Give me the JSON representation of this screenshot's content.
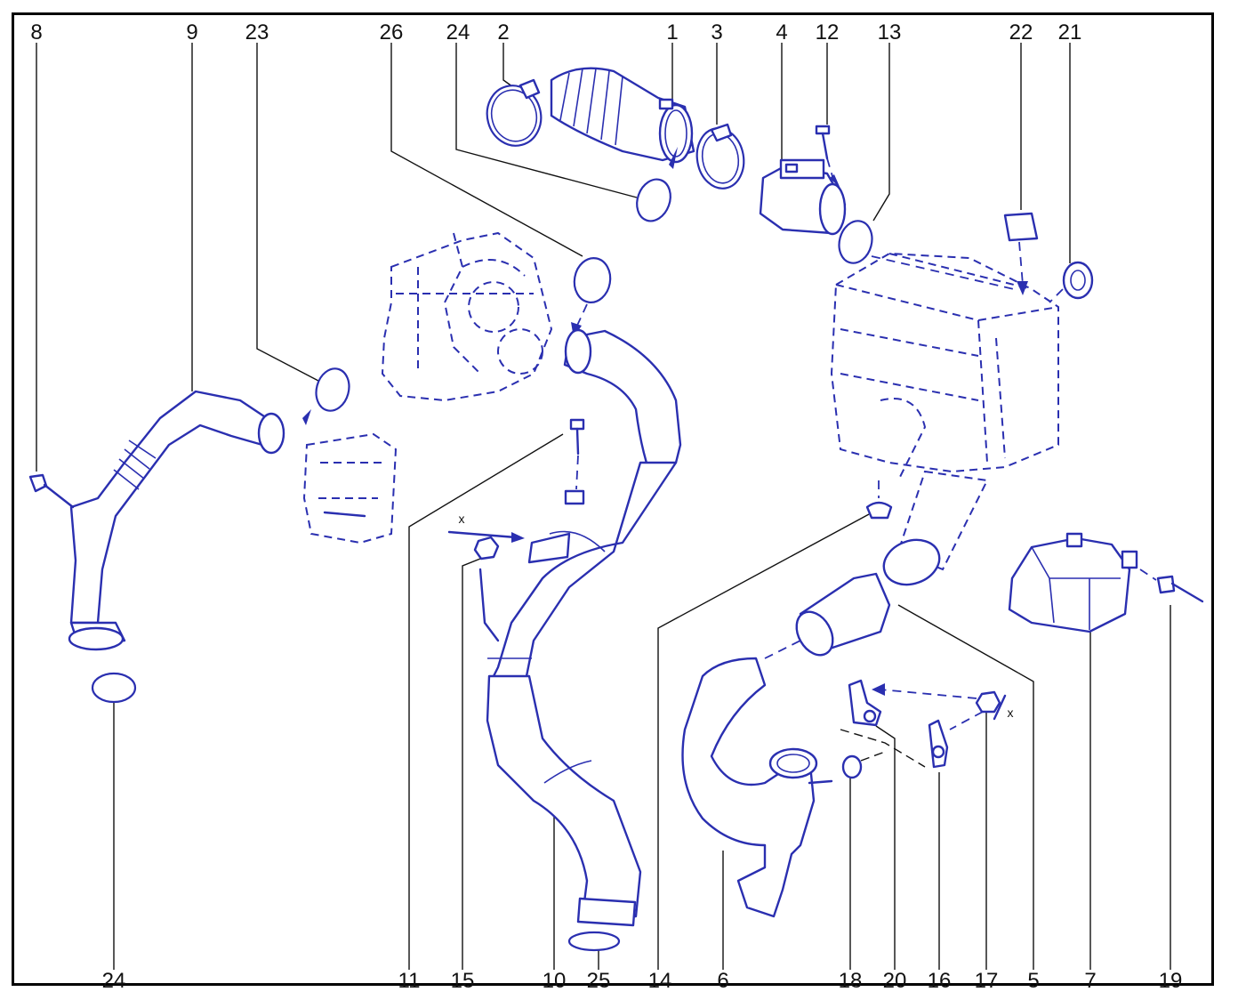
{
  "diagram": {
    "labels": {
      "top": [
        "8",
        "9",
        "23",
        "26",
        "24",
        "2",
        "1",
        "3",
        "4",
        "12",
        "13",
        "22",
        "21"
      ],
      "bottom": [
        "24",
        "11",
        "15",
        "10",
        "25",
        "14",
        "6",
        "18",
        "20",
        "16",
        "17",
        "5",
        "7",
        "19"
      ]
    },
    "x_marks": [
      "x",
      "x"
    ]
  }
}
